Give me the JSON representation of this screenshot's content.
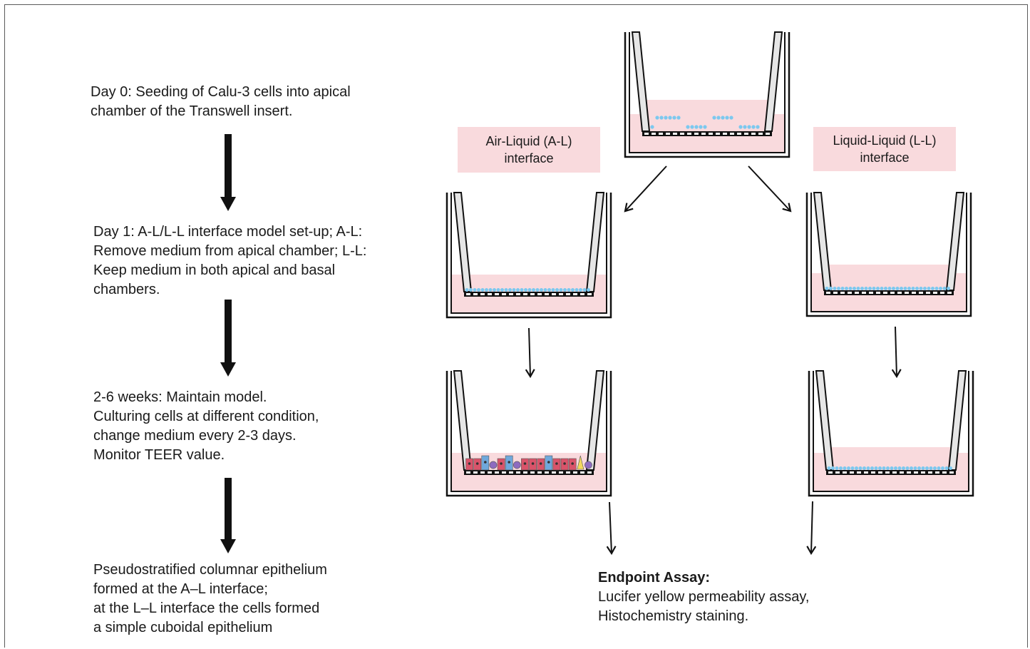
{
  "steps": [
    {
      "lines": [
        "Day 0: Seeding of Calu-3 cells into apical",
        "chamber of the Transwell insert."
      ]
    },
    {
      "lines": [
        "Day 1: A-L/L-L interface model set-up; A-L:",
        "Remove medium from apical chamber; L-L:",
        "Keep medium in both apical and basal",
        "chambers."
      ]
    },
    {
      "lines": [
        "2-6 weeks: Maintain model.",
        "Culturing cells at different condition,",
        "change medium every 2-3 days.",
        "Monitor TEER value."
      ]
    },
    {
      "lines": [
        "Pseudostratified columnar epithelium",
        "formed at the A–L interface;",
        "at the L–L interface the cells formed",
        "a simple cuboidal epithelium"
      ]
    }
  ],
  "labels": {
    "air_liquid": [
      "Air-Liquid (A-L)",
      "interface"
    ],
    "liquid_liquid": [
      "Liquid-Liquid (L-L)",
      "interface"
    ]
  },
  "endpoint": {
    "title": "Endpoint Assay:",
    "lines": [
      "Lucifer yellow permeability assay,",
      "Histochemistry staining."
    ]
  },
  "colors": {
    "medium_pink": "#f9dadd",
    "cell_blue": "#7cc8ef",
    "columnar_red": "#d9546a",
    "goblet_blue": "#6fa8dc",
    "basal_purple": "#8e6bbf",
    "ciliated_yellow": "#f2d95c"
  }
}
